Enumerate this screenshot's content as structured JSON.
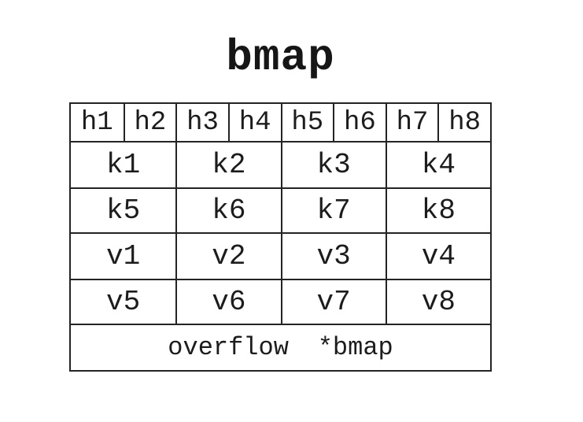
{
  "title": "bmap",
  "colors": {
    "background": "#ffffff",
    "line": "#242424",
    "text": "#1c1c1c"
  },
  "bucket": {
    "tophash_row": {
      "cells": [
        "h1",
        "h2",
        "h3",
        "h4",
        "h5",
        "h6",
        "h7",
        "h8"
      ]
    },
    "key_cells": [
      "k1",
      "k2",
      "k3",
      "k4",
      "k5",
      "k6",
      "k7",
      "k8"
    ],
    "value_cells": [
      "v1",
      "v2",
      "v3",
      "v4",
      "v5",
      "v6",
      "v7",
      "v8"
    ],
    "overflow": {
      "field": "overflow",
      "type": "*bmap"
    }
  }
}
